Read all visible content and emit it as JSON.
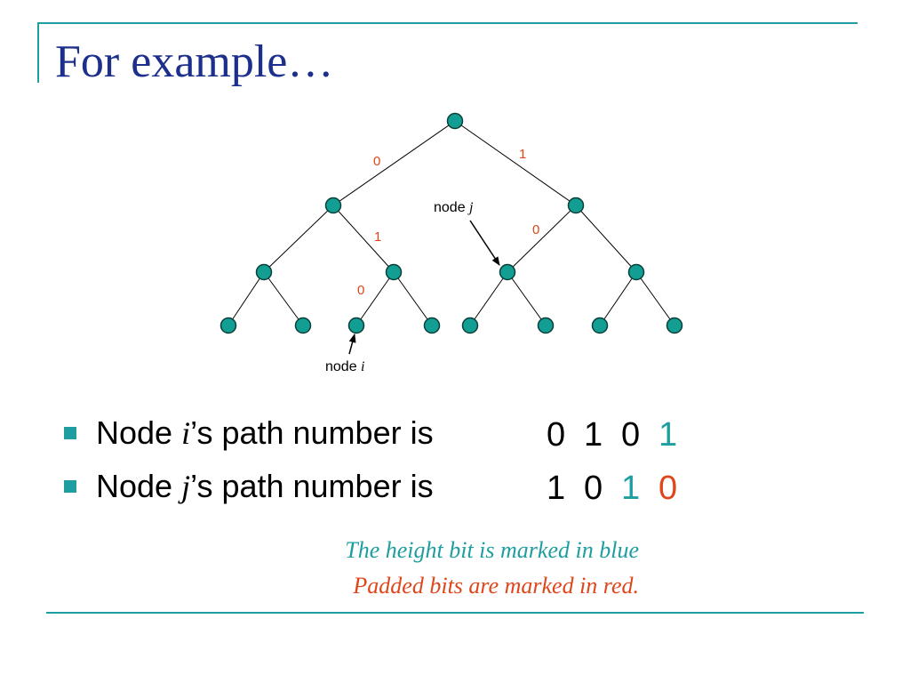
{
  "slide": {
    "title": "For example…"
  },
  "colors": {
    "accent": "#1e9ea0",
    "title": "#1d2f8c",
    "node_fill": "#139e93",
    "height_bit": "#1e9ea0",
    "padded_bit": "#e0461b",
    "edge_label": "#e0461b"
  },
  "diagram": {
    "type": "binary-tree",
    "depth": 3,
    "node_i_label": "node",
    "node_i_var": "i",
    "node_j_label": "node",
    "node_j_var": "j",
    "edge_labels": {
      "root_left": "0",
      "root_right": "1",
      "left_to_leftright": "1",
      "leftright_to_leftchild": "0",
      "right_to_rightleft": "0"
    }
  },
  "bullets": [
    {
      "prefix": "Node ",
      "var": "i",
      "suffix": "’s path number is",
      "bits": [
        {
          "v": "0",
          "c": "plain"
        },
        {
          "v": "1",
          "c": "plain"
        },
        {
          "v": "0",
          "c": "plain"
        },
        {
          "v": "1",
          "c": "height"
        }
      ]
    },
    {
      "prefix": "Node ",
      "var": "j",
      "suffix": "’s path number is",
      "bits": [
        {
          "v": "1",
          "c": "plain"
        },
        {
          "v": "0",
          "c": "plain"
        },
        {
          "v": "1",
          "c": "height"
        },
        {
          "v": "0",
          "c": "padded"
        }
      ]
    }
  ],
  "notes": {
    "height_note": "The height bit is marked in blue",
    "padded_note": "Padded bits are marked in red."
  }
}
